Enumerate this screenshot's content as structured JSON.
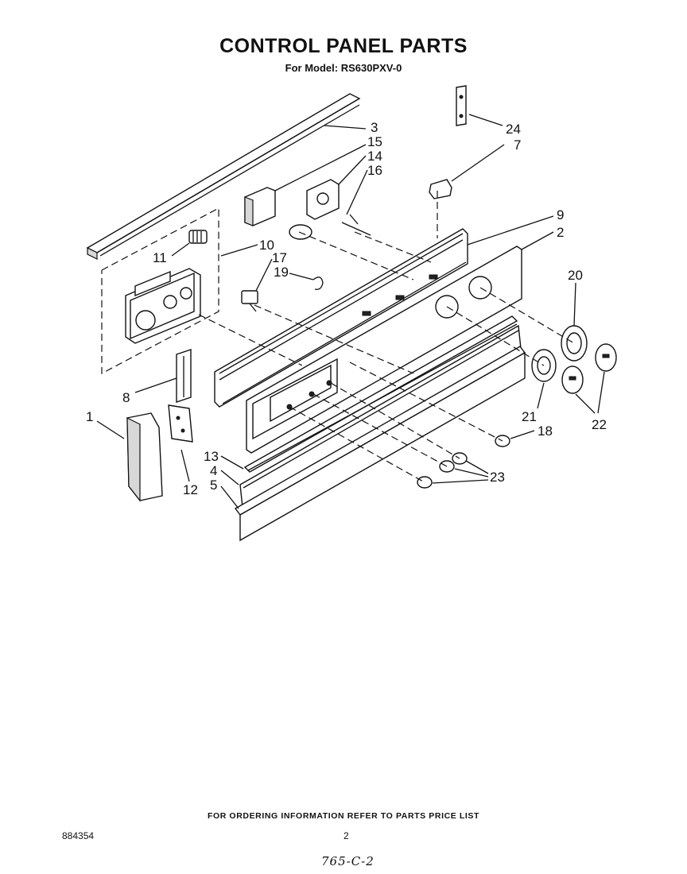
{
  "header": {
    "title": "CONTROL PANEL PARTS",
    "subtitle": "For Model: RS630PXV-0"
  },
  "callouts": {
    "p1": "1",
    "p2": "2",
    "p3": "3",
    "p4": "4",
    "p5": "5",
    "p7": "7",
    "p8": "8",
    "p9": "9",
    "p10": "10",
    "p11": "11",
    "p12": "12",
    "p13": "13",
    "p14": "14",
    "p15": "15",
    "p16": "16",
    "p17": "17",
    "p18": "18",
    "p19": "19",
    "p20": "20",
    "p21": "21",
    "p22": "22",
    "p23": "23",
    "p24": "24"
  },
  "footer": {
    "note": "FOR ORDERING INFORMATION REFER TO PARTS PRICE LIST",
    "doc_number": "884354",
    "page_number": "2",
    "handwritten": "765-C-2"
  }
}
